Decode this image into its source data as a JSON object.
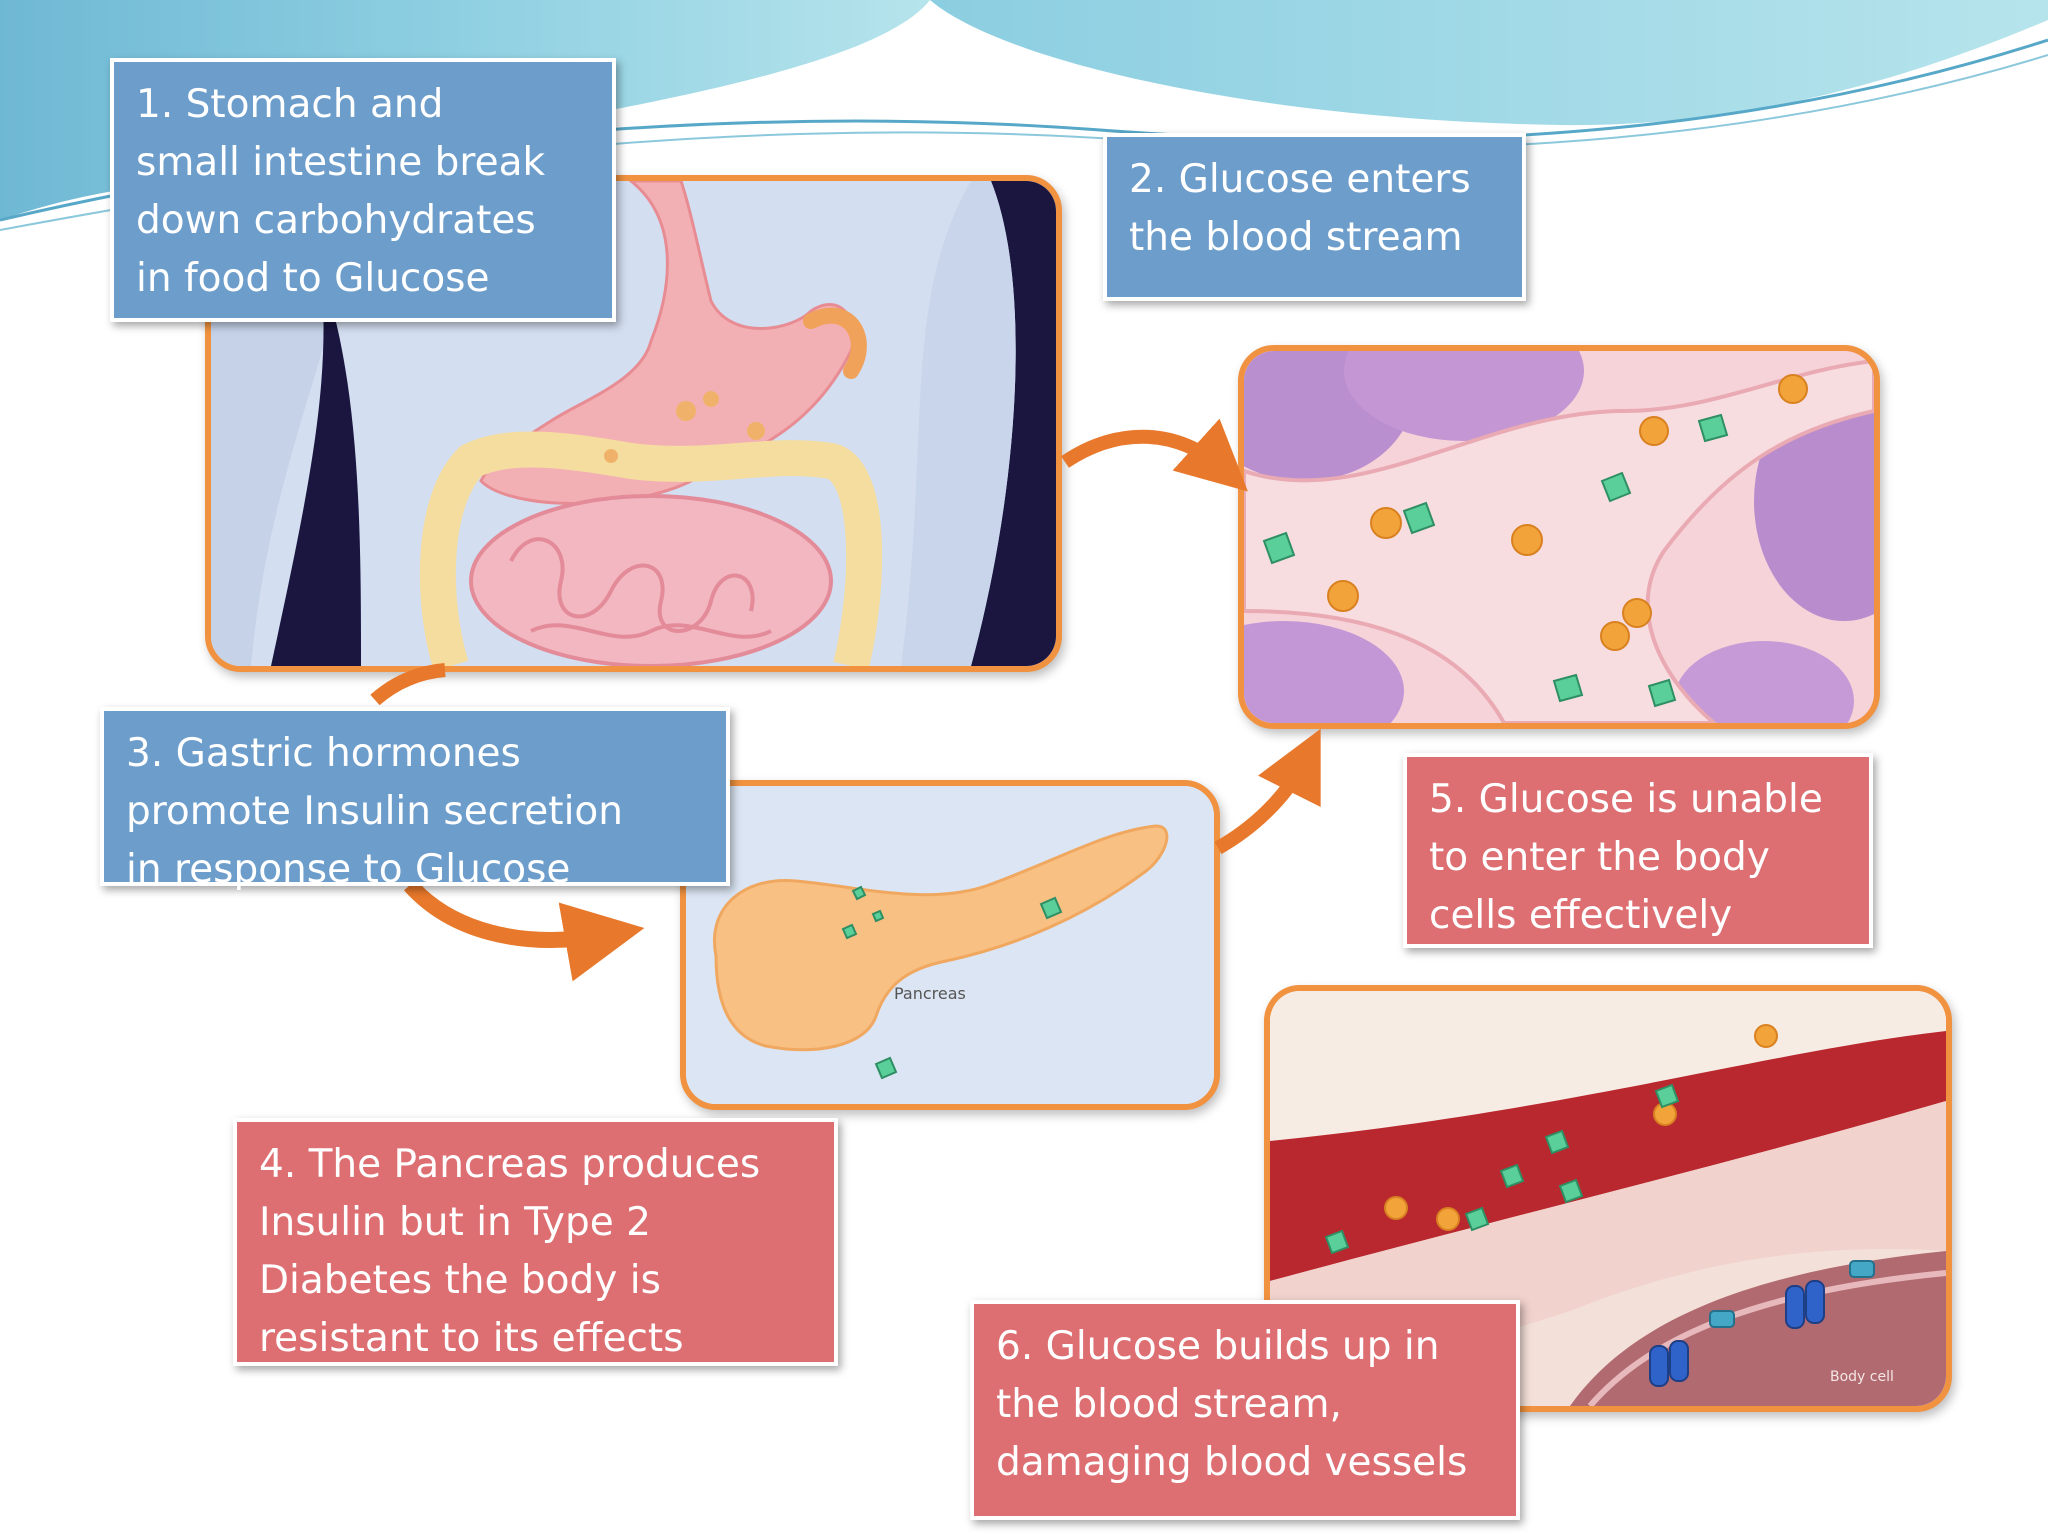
{
  "captions": {
    "step1": [
      "1. Stomach and",
      "small  intestine break",
      "down carbohydrates",
      "in food to Glucose"
    ],
    "step2": [
      "2. Glucose enters",
      "the blood stream"
    ],
    "step3": [
      "3. Gastric hormones",
      "promote Insulin secretion",
      "in response to Glucose"
    ],
    "step4": [
      "4. The Pancreas produces",
      "Insulin but  in Type 2",
      "Diabetes  the body is",
      "resistant to its effects"
    ],
    "step5": [
      "5. Glucose is unable",
      "to enter the body",
      "cells effectively"
    ],
    "step6": [
      "6. Glucose  builds up in",
      "the blood stream,",
      "damaging blood vessels"
    ]
  },
  "image_labels": {
    "pancreas": "Pancreas",
    "body_cell": "Body cell"
  },
  "colors": {
    "blue_box": "#6d9dcb",
    "red_box": "#dd6e72",
    "frame_orange": "#f0923f",
    "arrow_orange": "#e8782b",
    "header_teal": "#7fc8dd"
  },
  "icons": [
    "digestive-system-illustration",
    "blood-vessel-illustration",
    "pancreas-illustration",
    "body-cell-illustration"
  ]
}
